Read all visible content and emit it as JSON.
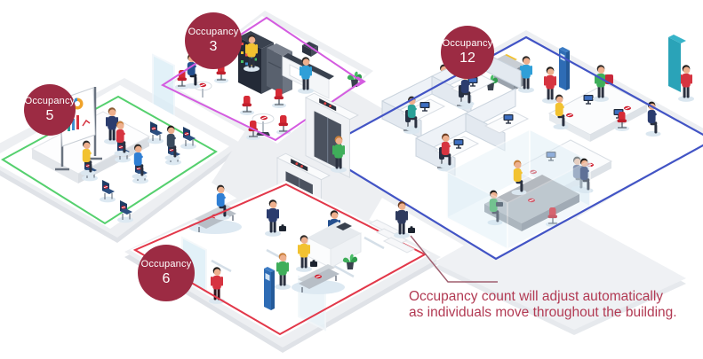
{
  "illustration": {
    "title": "building-occupancy-infographic",
    "badge_color": "#9c2b43",
    "badge_text_color": "#ffffff",
    "badges": [
      {
        "zone": "conference-room",
        "label": "Occupancy",
        "value": "5"
      },
      {
        "zone": "break-room",
        "label": "Occupancy",
        "value": "3"
      },
      {
        "zone": "open-office",
        "label": "Occupancy",
        "value": "12"
      },
      {
        "zone": "lobby",
        "label": "Occupancy",
        "value": "6"
      }
    ],
    "zones": {
      "conference": {
        "name": "conference-room",
        "outline": "#55d06e"
      },
      "break_room": {
        "name": "break-room",
        "outline": "#d45ce0"
      },
      "office": {
        "name": "open-office",
        "outline": "#4254c5"
      },
      "lobby": {
        "name": "lobby",
        "outline": "#e2384a"
      }
    },
    "callout": {
      "line1": "Occupancy count will adjust automatically",
      "line2": "as individuals move throughout the building.",
      "color": "#b23a53",
      "pointer_color": "#9f5f6f"
    }
  }
}
